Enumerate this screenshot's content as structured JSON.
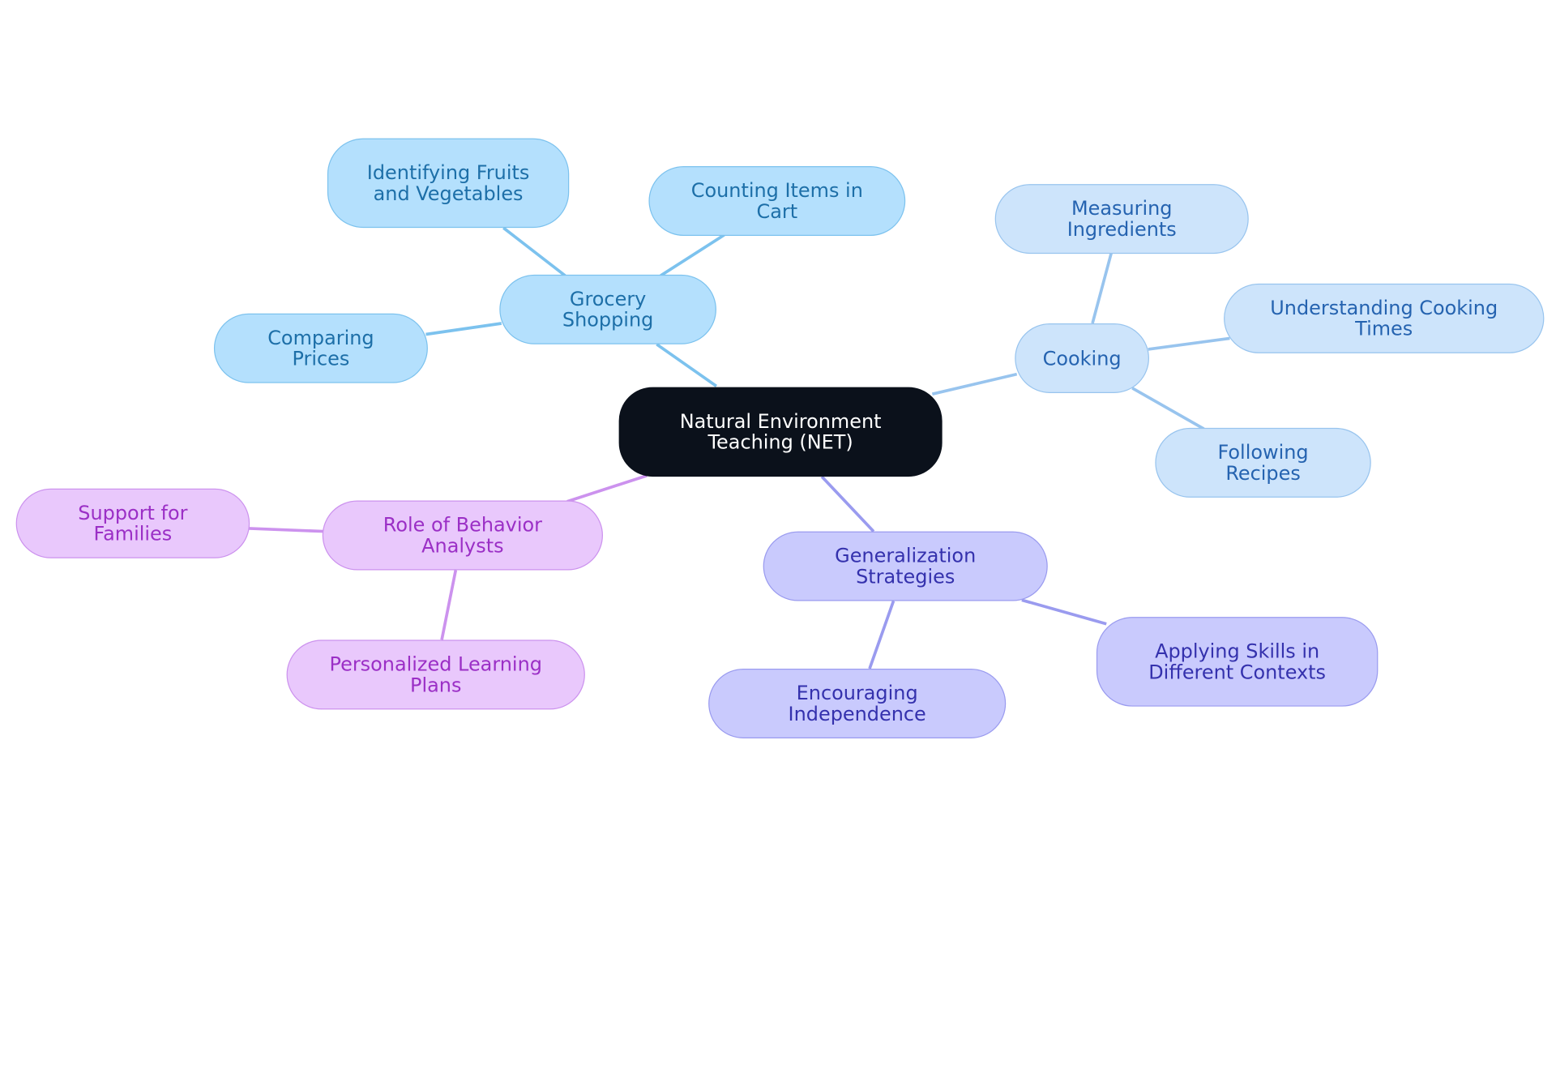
{
  "colors": {
    "root": "#0b111b",
    "grocery": "#7cc2ee",
    "cooking": "#98c4ee",
    "generalization": "#9a9bef",
    "behavior": "#cc92ee"
  },
  "root": {
    "label": "Natural Environment Teaching (NET)"
  },
  "branches": {
    "grocery": {
      "label": "Grocery Shopping",
      "children": [
        "Identifying Fruits and Vegetables",
        "Counting Items in Cart",
        "Comparing Prices"
      ]
    },
    "cooking": {
      "label": "Cooking",
      "children": [
        "Measuring Ingredients",
        "Understanding Cooking Times",
        "Following Recipes"
      ]
    },
    "generalization": {
      "label": "Generalization Strategies",
      "children": [
        "Applying Skills in Different Contexts",
        "Encouraging Independence"
      ]
    },
    "behavior": {
      "label": "Role of Behavior Analysts",
      "children": [
        "Support for Families",
        "Personalized Learning Plans"
      ]
    }
  }
}
